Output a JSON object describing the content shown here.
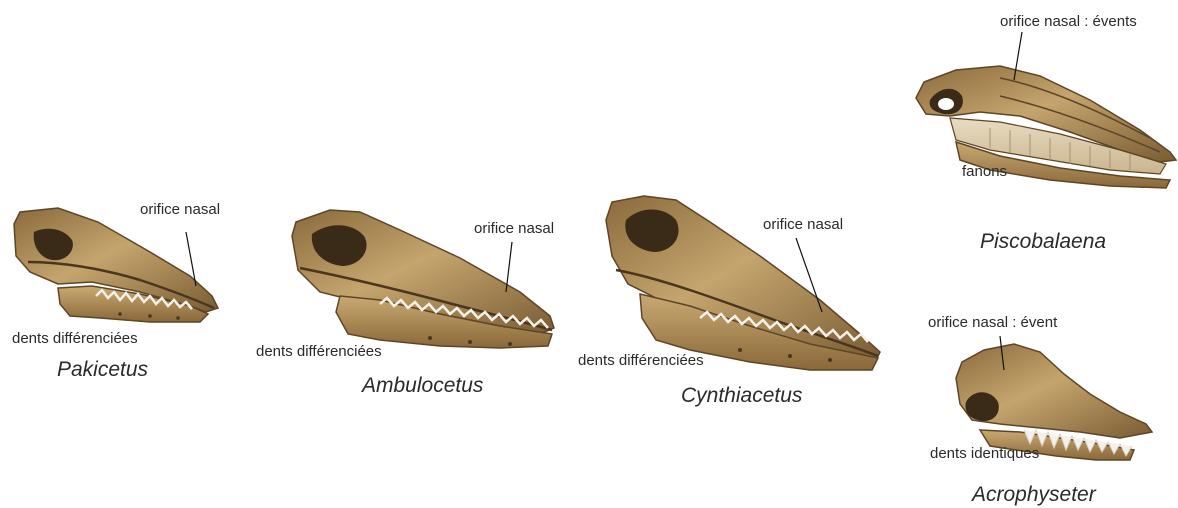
{
  "specimens": [
    {
      "name": "Pakicetus",
      "nasal_label": "orifice nasal",
      "teeth_label": "dents différenciées"
    },
    {
      "name": "Ambulocetus",
      "nasal_label": "orifice nasal",
      "teeth_label": "dents différenciées"
    },
    {
      "name": "Cynthiacetus",
      "nasal_label": "orifice nasal",
      "teeth_label": "dents différenciées"
    },
    {
      "name": "Piscobalaena",
      "nasal_label": "orifice nasal : évents",
      "baleen_label": "fanons"
    },
    {
      "name": "Acrophyseter",
      "nasal_label": "orifice nasal : évent",
      "teeth_label": "dents identiques"
    }
  ],
  "colors": {
    "bone_light": "#c9aa72",
    "bone_mid": "#a8824a",
    "bone_dark": "#5e4526",
    "cavity": "#3a2a18",
    "teeth": "#f4f1ea",
    "leader_line": "#111111"
  },
  "icons": [
    "skull-illustration"
  ]
}
